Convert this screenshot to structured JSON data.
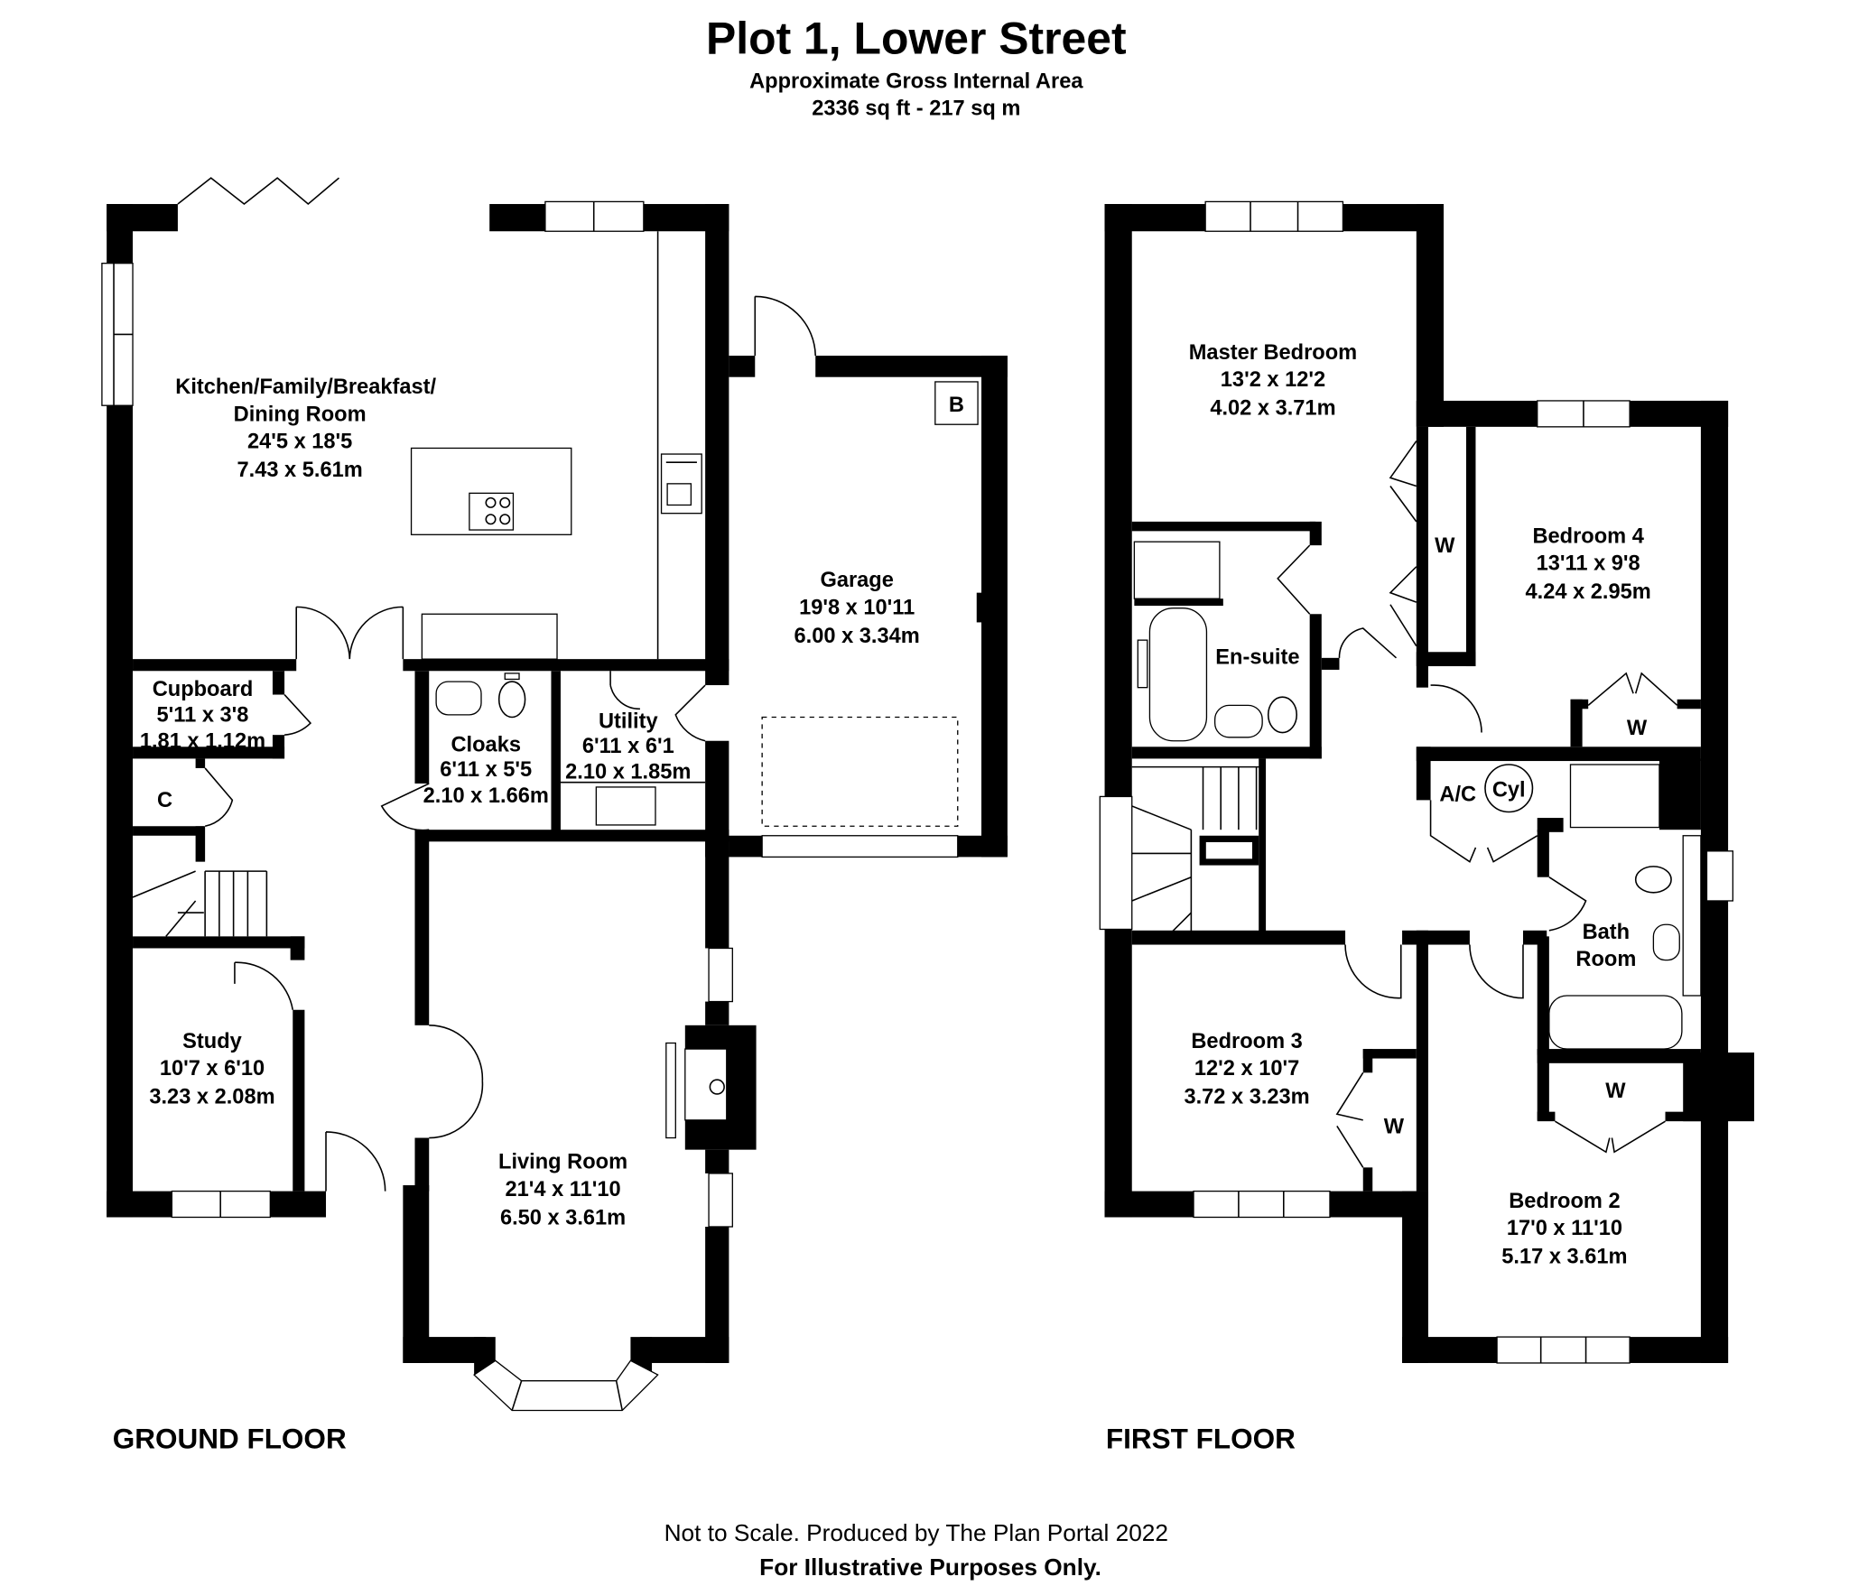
{
  "header": {
    "title": "Plot 1, Lower Street",
    "subtitle": "Approximate Gross Internal Area",
    "area": "2336 sq ft - 217 sq m"
  },
  "ground_floor": {
    "label": "GROUND FLOOR",
    "kitchen": {
      "name1": "Kitchen/Family/Breakfast/",
      "name2": "Dining Room",
      "imperial": "24'5 x 18'5",
      "metric": "7.43 x 5.61m"
    },
    "garage": {
      "name": "Garage",
      "imperial": "19'8 x 10'11",
      "metric": "6.00 x 3.34m",
      "boiler": "B"
    },
    "cupboard": {
      "name": "Cupboard",
      "imperial": "5'11 x 3'8",
      "metric": "1.81 x 1.12m"
    },
    "c_cupboard": "C",
    "cloaks": {
      "name": "Cloaks",
      "imperial": "6'11 x 5'5",
      "metric": "2.10 x 1.66m"
    },
    "utility": {
      "name": "Utility",
      "imperial": "6'11 x 6'1",
      "metric": "2.10 x 1.85m"
    },
    "study": {
      "name": "Study",
      "imperial": "10'7 x 6'10",
      "metric": "3.23 x 2.08m"
    },
    "living": {
      "name": "Living Room",
      "imperial": "21'4 x 11'10",
      "metric": "6.50 x 3.61m"
    }
  },
  "first_floor": {
    "label": "FIRST FLOOR",
    "master": {
      "name": "Master Bedroom",
      "imperial": "13'2 x 12'2",
      "metric": "4.02 x 3.71m"
    },
    "ensuite": {
      "name": "En-suite"
    },
    "bedroom4": {
      "name": "Bedroom 4",
      "imperial": "13'11 x 9'8",
      "metric": "4.24 x 2.95m"
    },
    "bedroom3": {
      "name": "Bedroom 3",
      "imperial": "12'2 x 10'7",
      "metric": "3.72 x 3.23m"
    },
    "bedroom2": {
      "name": "Bedroom 2",
      "imperial": "17'0 x 11'10",
      "metric": "5.17 x 3.61m"
    },
    "bathroom": {
      "name1": "Bath",
      "name2": "Room"
    },
    "airing": "A/C",
    "cylinder": "Cyl",
    "wardrobe": "W"
  },
  "footer": {
    "note": "Not to Scale. Produced by The Plan Portal 2022",
    "disclaimer": "For Illustrative Purposes Only."
  }
}
